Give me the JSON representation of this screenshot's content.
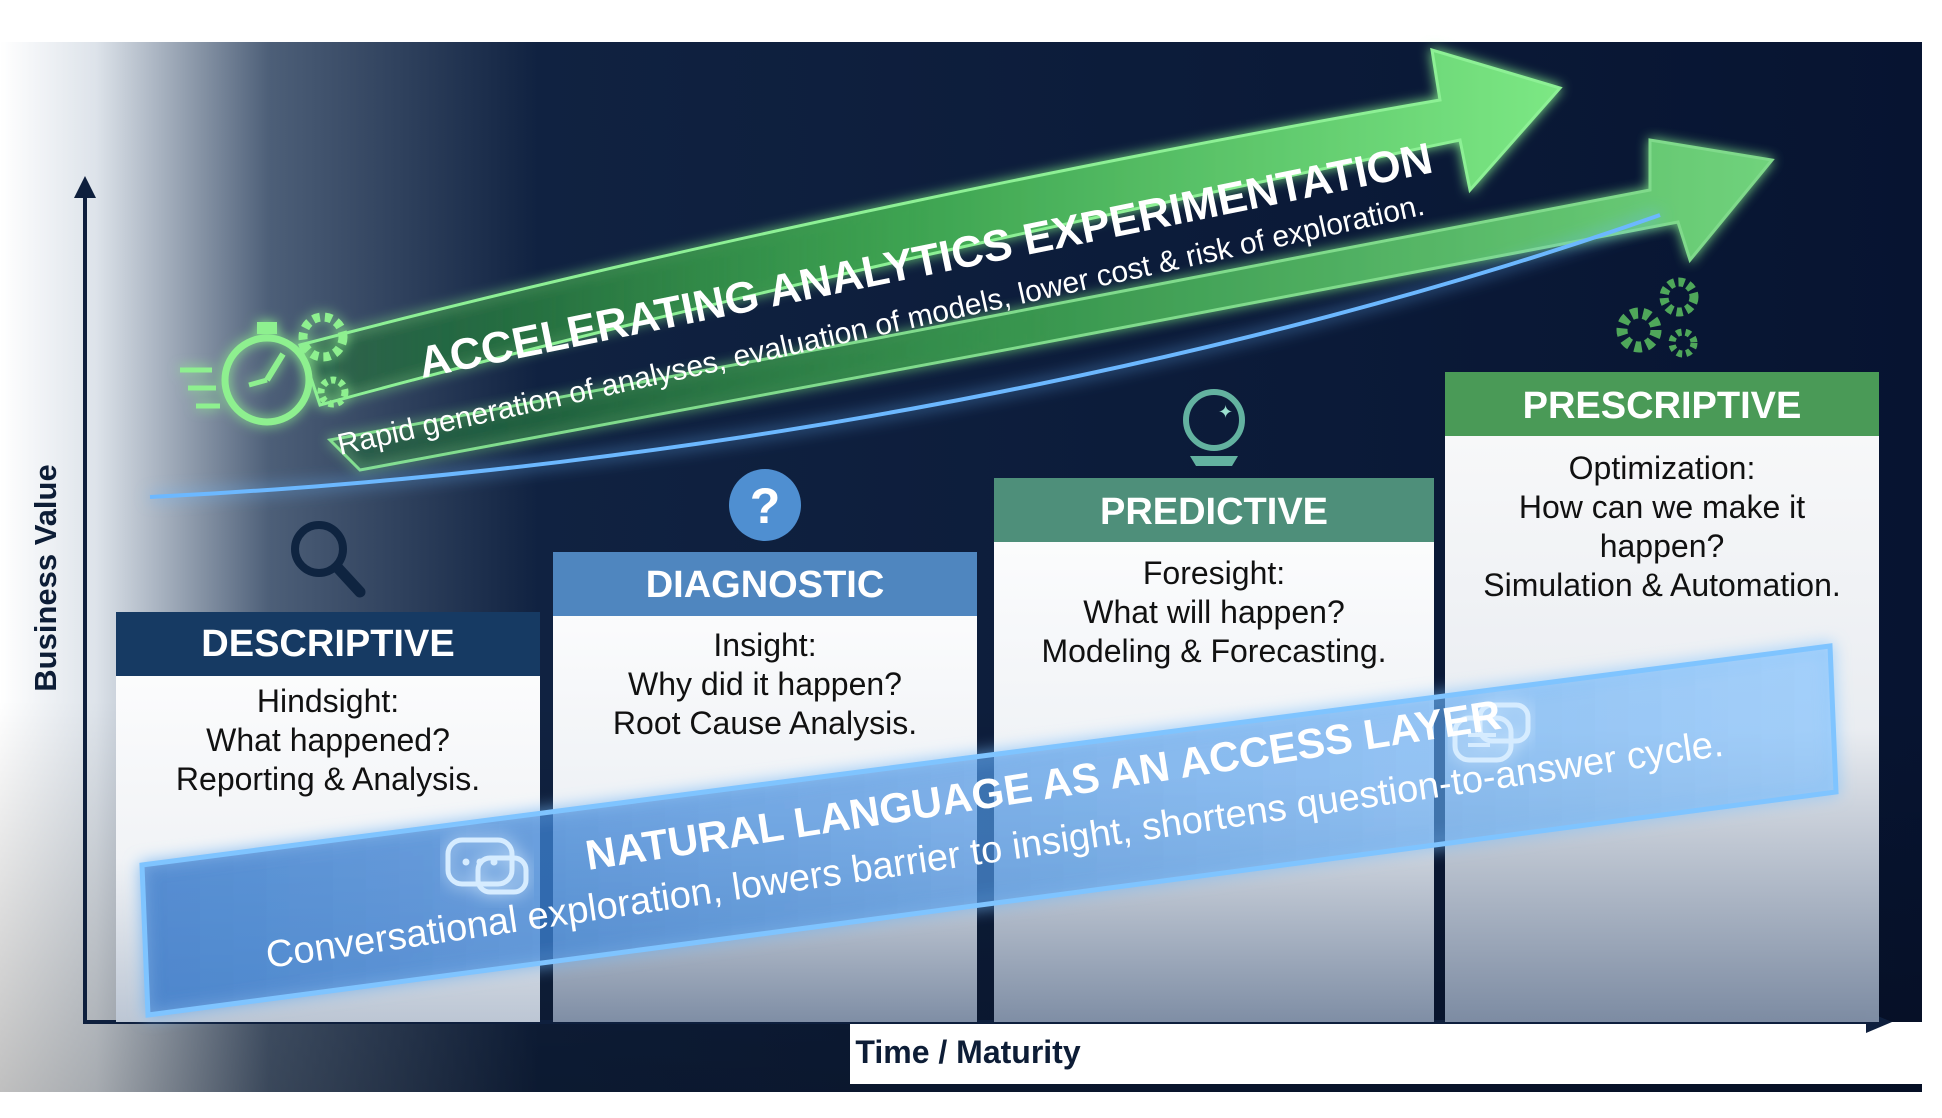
{
  "axes": {
    "y_label": "Business Value",
    "x_label": "Time / Maturity"
  },
  "banner_experimentation": {
    "title": "ACCELERATING ANALYTICS EXPERIMENTATION",
    "subtitle": "Rapid generation of analyses, evaluation of models, lower cost & risk of exploration.",
    "icon": "stopwatch-gears-icon"
  },
  "banner_natural_language": {
    "title": "NATURAL LANGUAGE AS AN ACCESS LAYER",
    "subtitle": "Conversational exploration, lowers barrier to insight, shortens question-to-answer cycle.",
    "icons": [
      "chat-bubbles-icon",
      "chat-bubbles-icon"
    ]
  },
  "stages": [
    {
      "title": "DESCRIPTIVE",
      "lines": [
        "Hindsight:",
        "What happened?",
        "Reporting & Analysis."
      ],
      "icon": "magnifier-icon",
      "color": "#163a63"
    },
    {
      "title": "DIAGNOSTIC",
      "lines": [
        "Insight:",
        "Why did it happen?",
        "Root Cause Analysis."
      ],
      "icon": "question-icon",
      "color": "#4f86bf"
    },
    {
      "title": "PREDICTIVE",
      "lines": [
        "Foresight:",
        "What will happen?",
        "Modeling & Forecasting."
      ],
      "icon": "crystal-ball-icon",
      "color": "#4e8f7a"
    },
    {
      "title": "PRESCRIPTIVE",
      "lines": [
        "Optimization:",
        "How can we make it",
        "happen?",
        "Simulation & Automation."
      ],
      "icon": "gears-icon",
      "color": "#4a9a57"
    }
  ],
  "colors": {
    "background_dark": "#08152e",
    "arrow_green": "#5fd26a",
    "glow_blue": "#5fb4ff"
  }
}
